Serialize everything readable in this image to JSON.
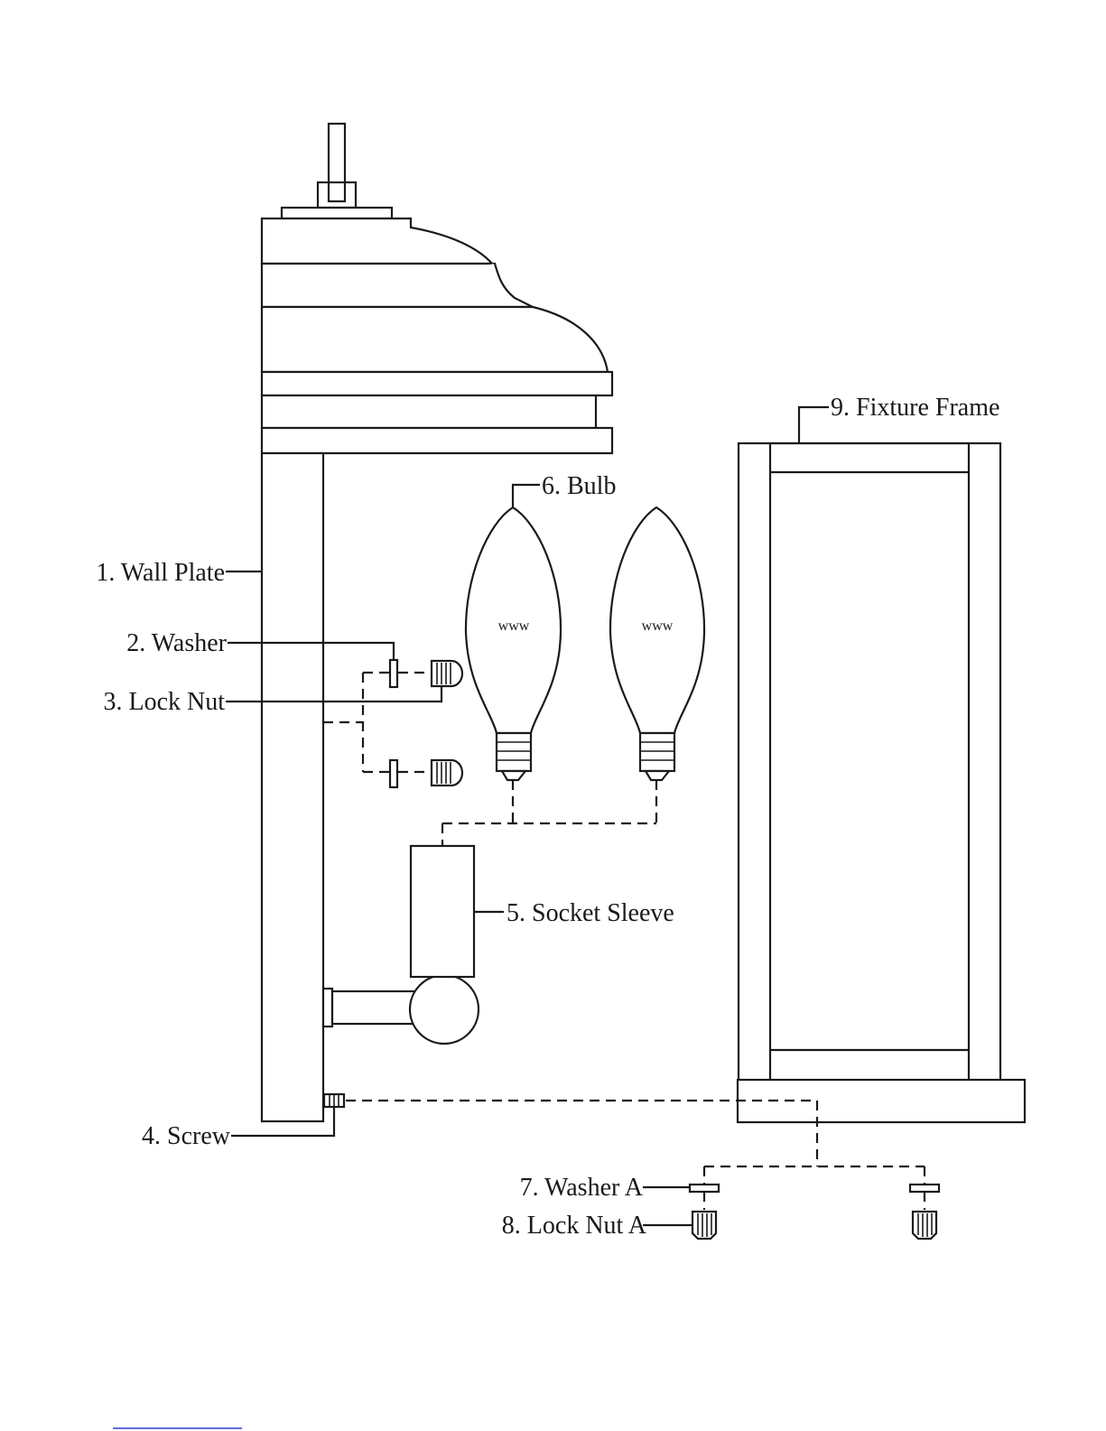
{
  "labels": {
    "wall_plate": "1. Wall Plate",
    "washer": "2. Washer",
    "lock_nut": "3. Lock Nut",
    "screw": "4. Screw",
    "socket_sleeve": "5. Socket Sleeve",
    "bulb": "6. Bulb",
    "washer_a": "7. Washer A",
    "lock_nut_a": "8. Lock Nut A",
    "fixture_frame": "9. Fixture Frame"
  },
  "bulb_filament_text": "www",
  "colors": {
    "line": "#1a1a1a",
    "background": "#ffffff",
    "footer_rule": "#2b3bd6"
  }
}
